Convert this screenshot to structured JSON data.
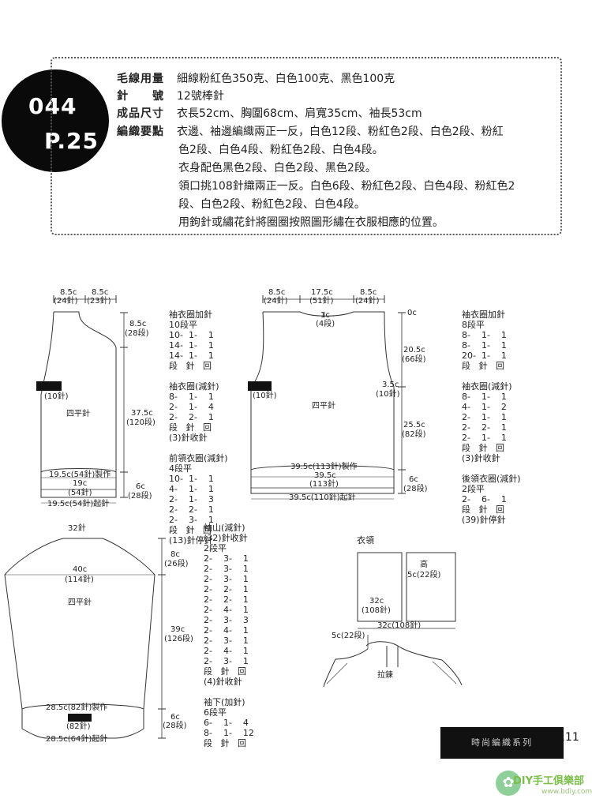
{
  "header": {
    "pattern_no": "044",
    "page_ref": "P.25"
  },
  "info": [
    {
      "label": "毛線用量",
      "value": "細線粉紅色350克、白色100克、黑色100克"
    },
    {
      "label": "針　　號",
      "value": "12號棒針"
    },
    {
      "label": "成品尺寸",
      "value": "衣長52cm、胸圍68cm、肩寬35cm、袖長53cm"
    },
    {
      "label": "編織要點",
      "value": "衣邊、袖邊編織兩正一反，白色12段、粉紅色2段、白色2段、粉紅"
    }
  ],
  "info_lines": [
    "色2段、白色4段、粉紅色2段、白色4段。",
    "衣身配色黑色2段、白色2段、黑色2段。",
    "領口挑108針織兩正一反。白色6段、粉紅色2段、白色4段、粉紅色2",
    "段、白色2段、粉紅色2段、白色4段。",
    "用鉤針或繡花針將圈圈按照圖形繡在衣服相應的位置。"
  ],
  "front": {
    "top_a": "8.5c",
    "top_a_st": "(24針)",
    "top_b": "8.5c",
    "top_b_st": "(23針)",
    "armhole_h": "8.5c",
    "armhole_rows": "(28段)",
    "body_h": "37.5c",
    "body_rows": "(120段)",
    "patch": "(10針)",
    "stitch": "四平針",
    "rib_make": "19.5c(54針)製作",
    "rib_w": "19c",
    "rib_st": "(54針)",
    "rib_h": "6c",
    "rib_rows": "(28段)",
    "cast_on": "19.5c(54針)起針"
  },
  "back": {
    "top_a": "8.5c",
    "top_a_st": "(24針)",
    "top_mid": "17.5c",
    "top_mid_st": "(51針)",
    "top_b": "8.5c",
    "top_b_st": "(24針)",
    "neck_h": "1c",
    "neck_rows": "(4段)",
    "zero": "0c",
    "upper_h": "20.5c",
    "upper_rows": "(66段)",
    "arm_dec": "3.5c",
    "arm_dec_st": "(10針)",
    "patch": "(10針)",
    "lower_h": "25.5c",
    "lower_rows": "(82段)",
    "stitch": "四平針",
    "rib_make": "39.5c(113針)製作",
    "rib_w": "39.5c",
    "rib_st": "(113針)",
    "rib_h": "6c",
    "rib_rows": "(28段)",
    "cast_on": "39.5c(110針)起針"
  },
  "notes_mid": "袖衣圈加針\n10段平\n10-  1-    1\n14-  1-    1\n14-  1-    1\n段   針   回\n\n袖衣圈(減針)\n8-    1-    1\n2-    1-    4\n2-    2-    1\n段   針   回\n(3)針收針\n\n前領衣圈(減針)\n4段平\n10-  1-    1\n4-    1-    1\n2-    1-    3\n2-    2-    1\n2-    3-    1\n段   針   回\n(13)針停針",
  "notes_right": "袖衣圈加針\n8段平\n8-    1-    1\n8-    1-    1\n20-  1-    1\n段   針   回\n\n袖衣圈(減針)\n8-    1-    1\n4-    1-    2\n2-    1-    1\n2-    2-    1\n2-    1-    1\n段   針   回\n(3)針收針\n\n後領衣圈(減針)\n2段平\n2-    6-    1\n段   針   回\n(39)針停針",
  "sleeve": {
    "top_st": "32針",
    "width": "40c",
    "width_st": "(114針)",
    "stitch": "四平針",
    "cap_h": "8c",
    "cap_rows": "(26段)",
    "body_h": "39c",
    "body_rows": "(126段)",
    "rib_make": "28.5c(82針)製作",
    "rib_st": "(82針)",
    "rib_h": "6c",
    "rib_rows": "(28段)",
    "cast_on": "28.5c(64針)起針"
  },
  "notes_sleeve": "袖山(減針)\n(32)針收針\n2段平\n2-    3-    1\n2-    3-    1\n2-    3-    1\n2-    2-    1\n2-    2-    1\n2-    4-    1\n2-    3-    3\n2-    4-    1\n2-    3-    1\n2-    4-    1\n2-    3-    1\n段   針   回\n(4)針收針\n\n袖下(加針)\n6段平\n6-    1-    4\n8-    1-    12\n段   針   回",
  "collar": {
    "title": "衣領",
    "height_label": "高",
    "height": "5c(22段)",
    "width": "32c",
    "width_st": "(108針)",
    "bottom": "32c(108針)",
    "side": "5c(22段)",
    "zipper": "拉鍊"
  },
  "footer": {
    "bar_text": "時尚編織系列",
    "page_number": "111"
  },
  "watermark": {
    "text1": "DIY手工俱樂部",
    "text2": "www.bdiy.com"
  }
}
